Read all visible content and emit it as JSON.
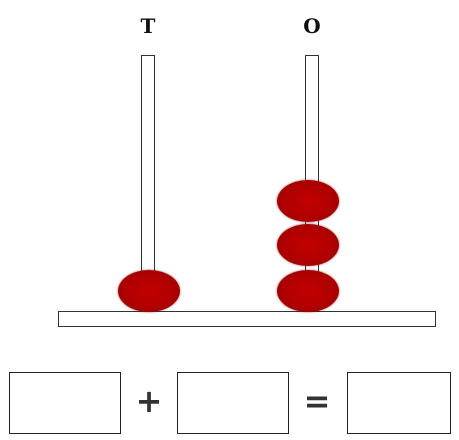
{
  "abacus": {
    "rods": [
      {
        "label": "T",
        "bead_count": 1
      },
      {
        "label": "O",
        "bead_count": 3
      }
    ],
    "bead_color": "#b00000"
  },
  "equation": {
    "plus_symbol": "+",
    "equals_symbol": "=",
    "box_values": [
      "",
      "",
      ""
    ]
  }
}
